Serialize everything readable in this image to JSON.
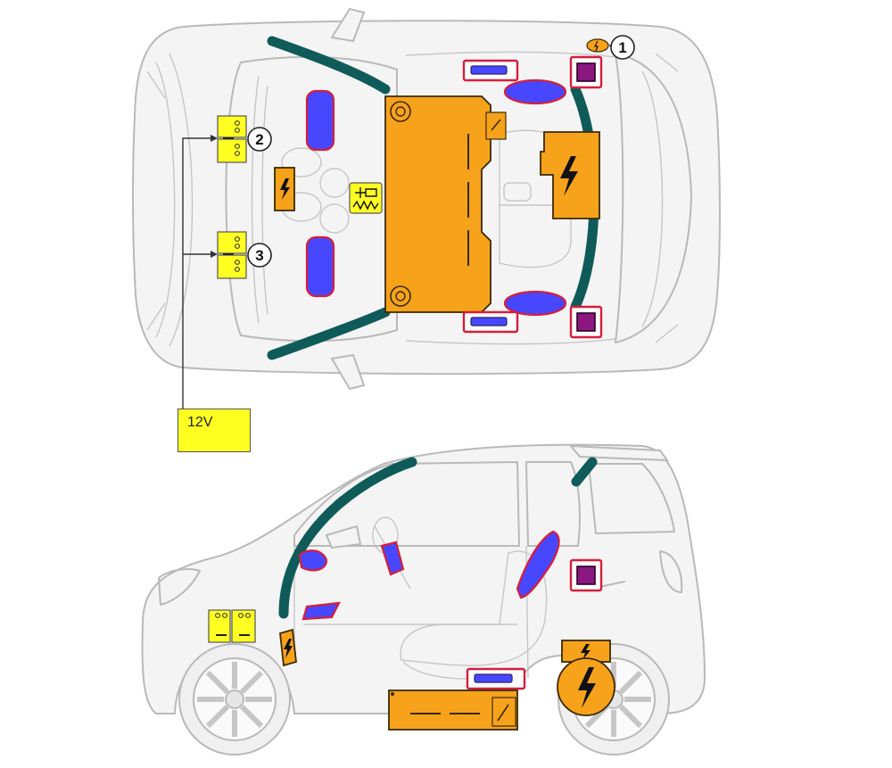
{
  "labels": {
    "voltage_box": "12V",
    "callout_1": "1",
    "callout_2": "2",
    "callout_3": "3"
  },
  "colors": {
    "high_voltage": "#f7a21b",
    "airbag": "#4747ff",
    "airbag_outline": "#d61e3c",
    "curtain_airbag": "#0f5b5a",
    "sensor": "#8a1880",
    "twelve_volt": "#ffff22",
    "car_outline": "#b9b9b9"
  },
  "icons": {
    "high_voltage": "lightning-bolt-icon",
    "shock_absorber": "gas-strut-icon"
  }
}
